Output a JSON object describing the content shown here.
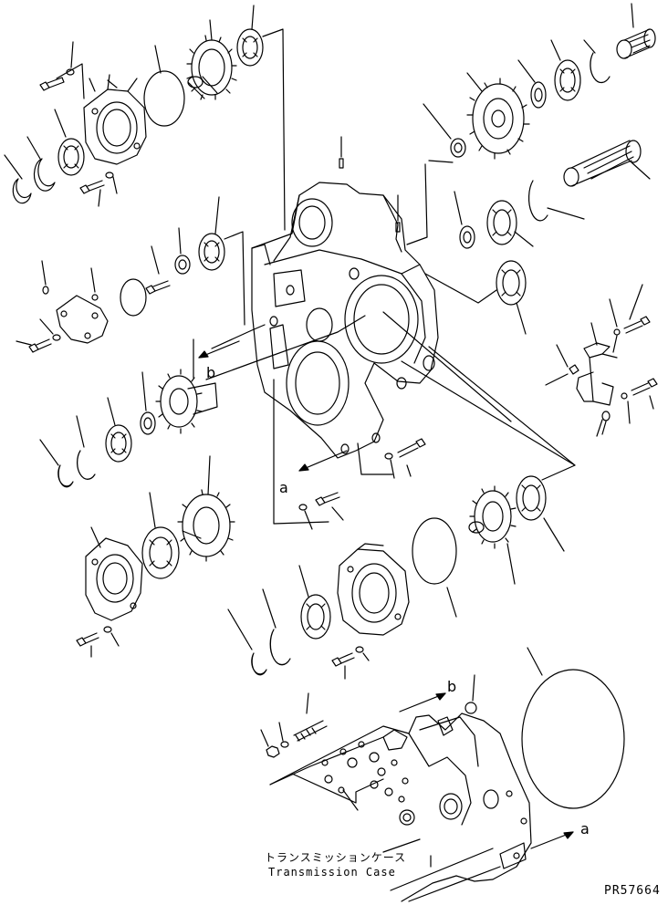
{
  "callouts": {
    "b_top": "b",
    "a_mid": "a",
    "b_lower": "b",
    "a_lower": "a"
  },
  "caption": {
    "japanese": "トランスミッションケース",
    "english": "Transmission Case"
  },
  "drawing_code": "PR57664"
}
